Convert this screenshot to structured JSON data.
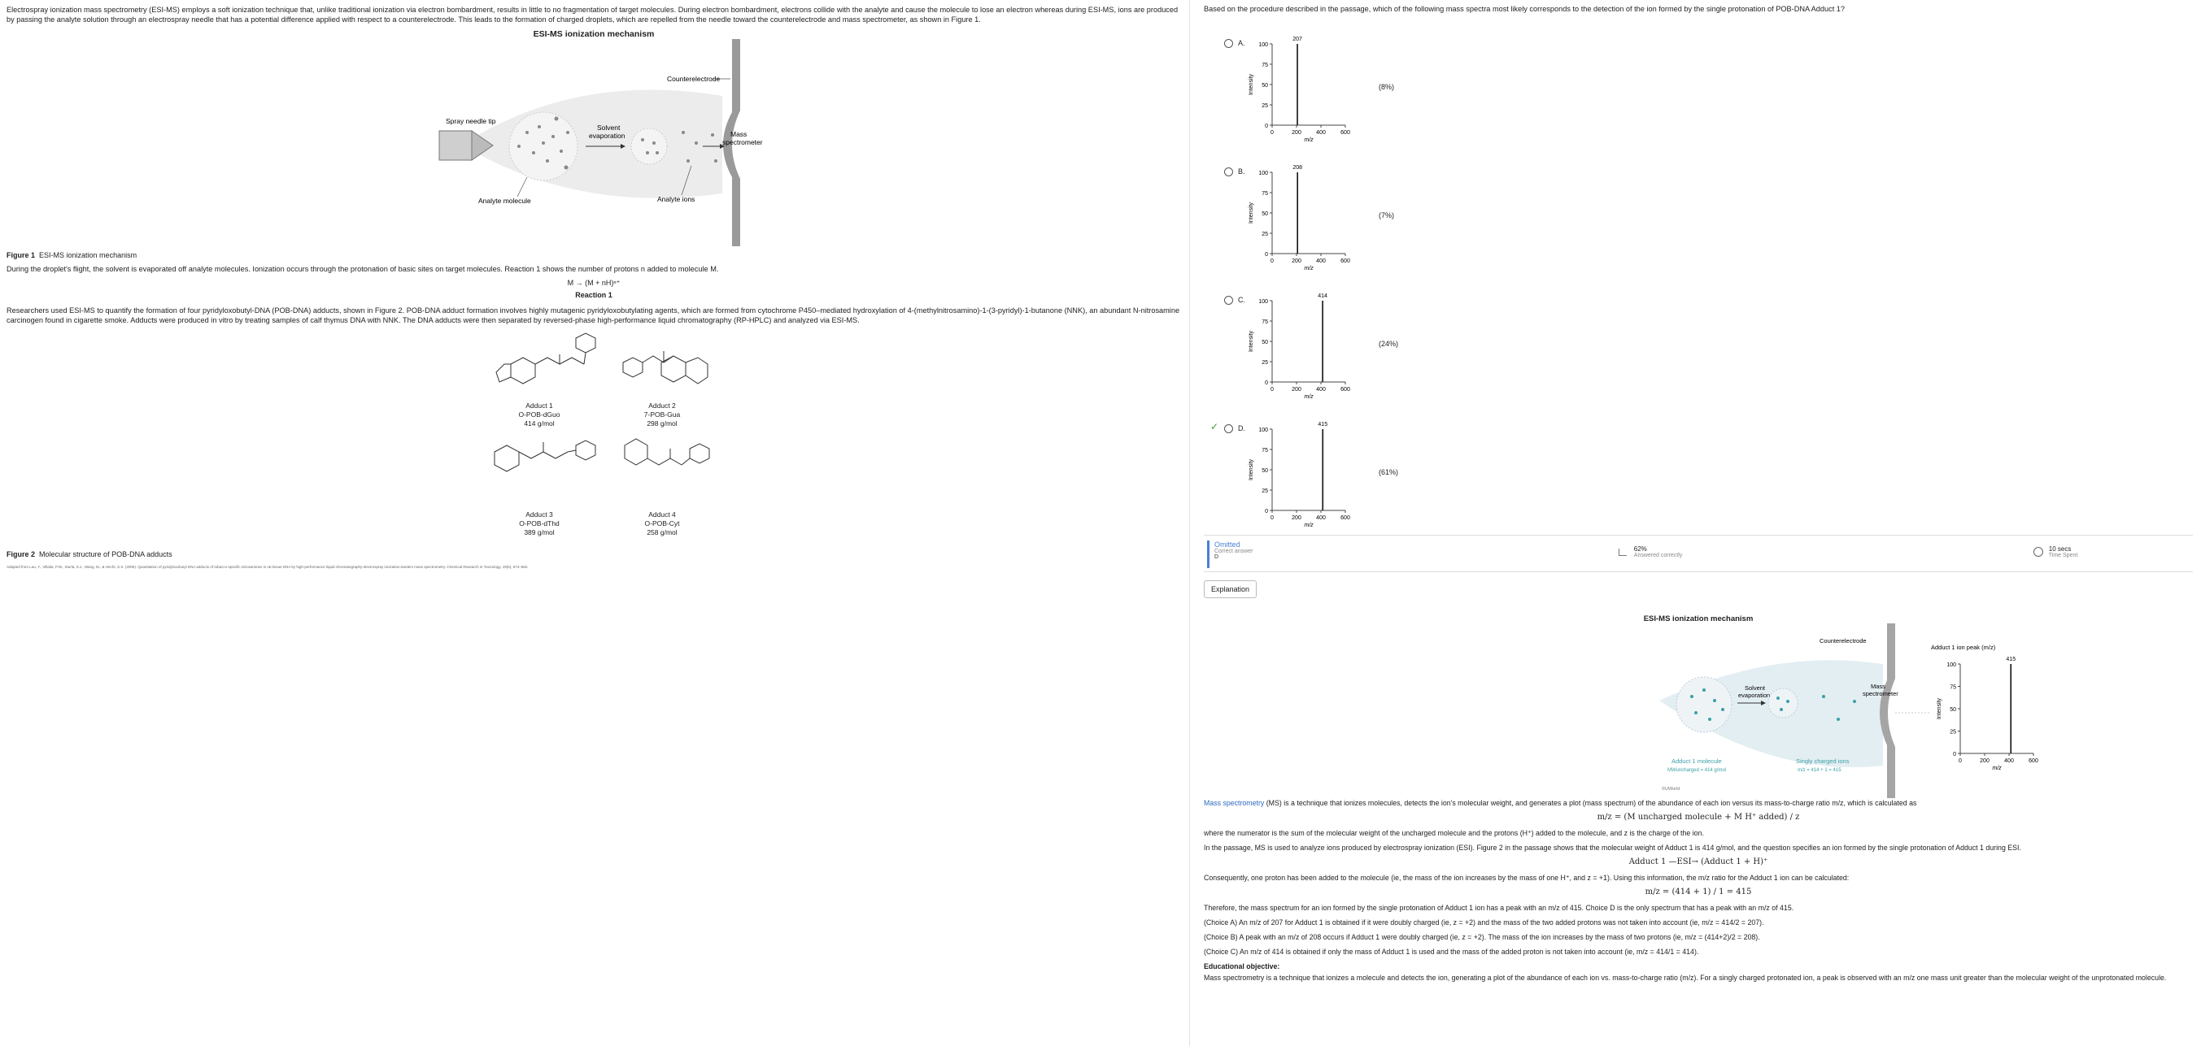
{
  "passage": {
    "intro": "Electrospray ionization mass spectrometry (ESI-MS) employs a soft ionization technique that, unlike traditional ionization via electron bombardment, results in little to no fragmentation of target molecules.  During electron bombardment, electrons collide with the analyte and cause the molecule to lose an electron whereas during ESI-MS, ions are produced by passing the analyte solution through an electrospray needle that has a potential difference applied with respect to a counterelectrode.  This leads to the formation of charged droplets, which are repelled from the needle toward the counterelectrode and mass spectrometer, as shown in Figure 1.",
    "figure1": {
      "title": "ESI-MS ionization mechanism",
      "labels": {
        "counterelectrode": "Counterelectrode",
        "spray_tip": "Spray needle tip",
        "solvent_evap_1": "Solvent",
        "solvent_evap_2": "evaporation",
        "mass_spec_1": "Mass",
        "mass_spec_2": "spectrometer",
        "analyte_molecule": "Analyte molecule",
        "analyte_ions": "Analyte ions"
      },
      "caption_bold": "Figure 1",
      "caption_text": "ESI-MS ionization mechanism"
    },
    "para2": "During the droplet's flight, the solvent is evaporated off analyte molecules.  Ionization occurs through the protonation of basic sites on target molecules.  Reaction 1 shows the number of protons n added to molecule M.",
    "reaction": "M → (M + nH)ⁿ⁺",
    "reaction_label": "Reaction 1",
    "para3": "Researchers used ESI-MS to quantify the formation of four pyridyloxobutyl-DNA (POB-DNA) adducts, shown in Figure 2.  POB-DNA adduct formation involves highly mutagenic pyridyloxobutylating agents, which are formed from cytochrome P450–mediated hydroxylation of 4-(methylnitrosamino)-1-(3-pyridyl)-1-butanone (NNK), an abundant N-nitrosamine carcinogen found in cigarette smoke.  Adducts were produced in vitro by treating samples of calf thymus DNA with NNK.  The DNA adducts were then separated by reversed-phase high-performance liquid chromatography (RP-HPLC) and analyzed via ESI-MS.",
    "adducts": [
      {
        "name": "Adduct 1",
        "sub": "O-POB-dGuo",
        "mw": "414 g/mol"
      },
      {
        "name": "Adduct 2",
        "sub": "7-POB-Gua",
        "mw": "298 g/mol"
      },
      {
        "name": "Adduct 3",
        "sub": "O-POB-dThd",
        "mw": "389 g/mol"
      },
      {
        "name": "Adduct 4",
        "sub": "O-POB-Cyt",
        "mw": "258 g/mol"
      }
    ],
    "figure2_caption_bold": "Figure 2",
    "figure2_caption_text": "Molecular structure of POB-DNA adducts",
    "adapted": "Adapted from Lao, Y., Villalta, P.W., Sturla, S.J., Wang, M., & Hecht, S.S. (2006). Quantitation of pyridyloxobutyl DNA adducts of tobacco-specific nitrosamines in rat tissue DNA by high-performance liquid chromatography-electrospray ionization-tandem mass spectrometry. Chemical Research in Toxicology, 19(5), 674–682."
  },
  "question": {
    "text": "Based on the procedure described in the passage, which of the following mass spectra most likely corresponds to the detection of the ion formed by the single protonation of POB-DNA Adduct 1?",
    "choices": [
      {
        "letter": "A.",
        "peak_label": "207",
        "peak_mz": 207,
        "percent": "(8%)",
        "correct": false
      },
      {
        "letter": "B.",
        "peak_label": "208",
        "peak_mz": 208,
        "percent": "(7%)",
        "correct": false
      },
      {
        "letter": "C.",
        "peak_label": "414",
        "peak_mz": 414,
        "percent": "(24%)",
        "correct": false
      },
      {
        "letter": "D.",
        "peak_label": "415",
        "peak_mz": 415,
        "percent": "(61%)",
        "correct": true
      }
    ],
    "axis": {
      "ylabel": "Intensity",
      "xlabel": "m/z",
      "yticks": [
        "100",
        "75",
        "50",
        "25",
        "0"
      ],
      "xticks": [
        "0",
        "200",
        "400",
        "600"
      ]
    }
  },
  "stats": {
    "status": "Omitted",
    "correct_label": "Correct answer",
    "correct_value": "D",
    "percent": "62%",
    "percent_label": "Answered correctly",
    "time": "10 secs",
    "time_label": "Time Spent"
  },
  "explanation": {
    "button": "Explanation",
    "title": "ESI-MS ionization mechanism",
    "fig_counterelectrode": "Counterelectrode",
    "fig_solvent_1": "Solvent",
    "fig_solvent_2": "evaporation",
    "fig_mass_1": "Mass",
    "fig_mass_2": "spectrometer",
    "fig_adduct_label": "Adduct 1 molecule",
    "fig_adduct_mw": "MWuncharged = 414 g/mol",
    "fig_ion_label": "Singly charged ions",
    "fig_ion_calc": "m/z = 414 + 1 = 415",
    "fig_peak_title": "Adduct 1 ion peak (m/z)",
    "fig_peak_value": "415",
    "fig_uworld": "©UWorld",
    "ms_link": "Mass spectrometry",
    "p1_rest": " (MS) is a technique that ionizes molecules, detects the ion's molecular weight, and generates a plot (mass spectrum) of the abundance of each ion versus its mass-to-charge ratio m/z, which is calculated as",
    "formula1": "m/z = (M uncharged molecule + M H⁺ added) / z",
    "p2": "where the numerator is the sum of the molecular weight of the uncharged molecule and the protons (H⁺) added to the molecule, and z is the charge of the ion.",
    "p3": "In the passage, MS is used to analyze ions produced by electrospray ionization (ESI).  Figure 2 in the passage shows that the molecular weight of Adduct 1 is 414 g/mol, and the question specifies an ion formed by the single protonation of Adduct 1 during ESI.",
    "formula2": "Adduct 1 —ESI→ (Adduct 1 + H)⁺",
    "p4": "Consequently, one proton has been added to the molecule (ie, the mass of the ion increases by the mass of one H⁺, and z = +1).  Using this information, the m/z ratio for the Adduct 1 ion can be calculated:",
    "formula3": "m/z = (414 + 1) / 1 = 415",
    "p5": "Therefore, the mass spectrum for an ion formed by the single protonation of Adduct 1 ion has a peak with an m/z of 415.  Choice D is the only spectrum that has a peak with an m/z of 415.",
    "choiceA": "(Choice A)  An m/z of 207 for Adduct 1 is obtained if it were doubly charged (ie, z = +2) and the mass of the two added protons was not taken into account (ie, m/z = 414/2 = 207).",
    "choiceB": "(Choice B)  A peak with an m/z of 208 occurs if Adduct 1 were doubly charged (ie, z = +2).  The mass of the ion increases by the mass of two protons (ie, m/z = (414+2)/2 = 208).",
    "choiceC": "(Choice C)  An m/z of 414 is obtained if only the mass of Adduct 1 is used and the mass of the added proton is not taken into account (ie, m/z = 414/1 = 414).",
    "objective_title": "Educational objective:",
    "objective": "Mass spectrometry is a technique that ionizes a molecule and detects the ion, generating a plot of the abundance of each ion vs. mass-to-charge ratio (m/z).  For a singly charged protonated ion, a peak is observed with an m/z one mass unit greater than the molecular weight of the unprotonated molecule."
  }
}
